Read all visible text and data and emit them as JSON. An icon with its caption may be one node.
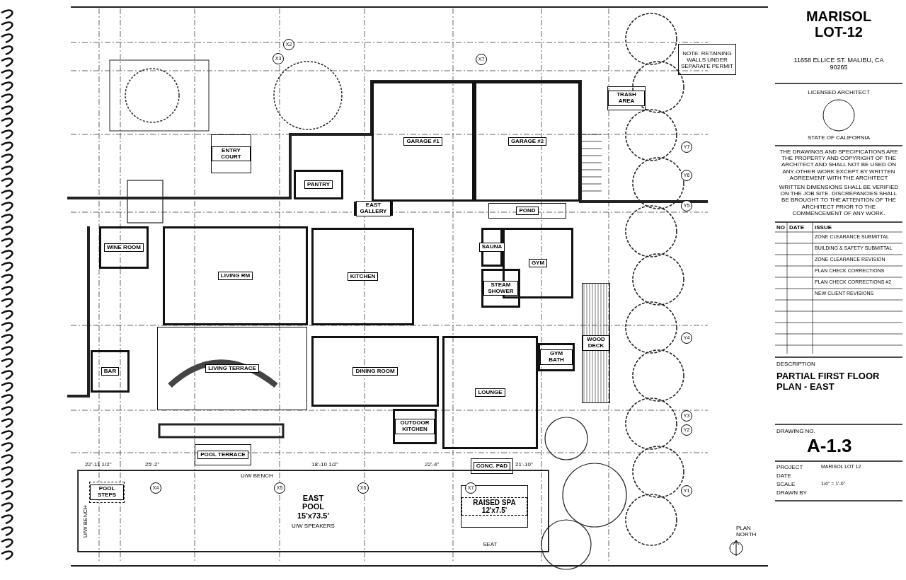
{
  "diagram": {
    "title": "MARISOL LOT-12",
    "nodes": [
      {
        "text": [
          "GARAGE #1"
        ]
      },
      {
        "text": [
          "GARAGE #2"
        ]
      },
      {
        "text": [
          "PANTRY"
        ]
      },
      {
        "text": [
          "ENTRY COURT"
        ]
      },
      {
        "text": [
          "WINE ROOM"
        ]
      },
      {
        "text": [
          "LIVING RM"
        ]
      },
      {
        "text": [
          "LIVING TERRACE"
        ]
      },
      {
        "text": [
          "KITCHEN"
        ]
      },
      {
        "text": [
          "DINING ROOM"
        ]
      },
      {
        "text": [
          "LOUNGE"
        ]
      },
      {
        "text": [
          "GYM"
        ]
      },
      {
        "text": [
          "GYM BATH"
        ]
      },
      {
        "text": [
          "STEAM SHOWER"
        ]
      },
      {
        "text": [
          "SAUNA"
        ]
      },
      {
        "text": [
          "OUTDOOR KITCHEN"
        ]
      },
      {
        "text": [
          "BAR"
        ]
      },
      {
        "text": [
          "POOL TERRACE"
        ]
      },
      {
        "text": [
          "EAST POOL 15'x73.5'",
          "U/W SPEAKERS"
        ]
      },
      {
        "text": [
          "RAISED SPA 12'x7.5'"
        ],
        "in": 17
      },
      {
        "text": [
          "POOL STEPS"
        ],
        "in": 17
      },
      {
        "text": [
          "CONC. PAD"
        ]
      },
      {
        "text": [
          "EAST GALLERY"
        ]
      },
      {
        "text": [
          "TRASH AREA"
        ]
      },
      {
        "text": [
          "WOOD DECK"
        ]
      },
      {
        "text": [
          "POND"
        ]
      },
      {
        "text": [
          "NOTE: RETAINING WALLS UNDER SEPARATE PERMIT"
        ]
      }
    ],
    "labels": [
      "X2",
      "X3",
      "X7",
      "Y7",
      "Y6",
      "Y5",
      "Y4",
      "Y3",
      "Y2",
      "Y1",
      "22'-11 1/2\"",
      "25'-2\"",
      "18'-10 1/2\"",
      "22'-4\"",
      "21'-10\"",
      "X4",
      "X5",
      "X6",
      "X7",
      "U/W BENCH",
      "U/W BENCH",
      "SEAT",
      "PLAN NORTH",
      "11658 ELLICE ST. MALIBU, CA 90265",
      "LICENSED ARCHITECT",
      "STATE OF CALIFORNIA",
      "THE DRAWINGS AND SPECIFICATIONS ARE THE PROPERTY AND COPYRIGHT OF THE ARCHITECT AND SHALL NOT BE USED ON ANY OTHER WORK EXCEPT BY WRITTEN AGREEMENT WITH THE ARCHITECT",
      "WRITTEN DIMENSIONS SHALL BE VERIFIED ON THE JOB SITE. DISCREPANCIES SHALL BE BROUGHT TO THE ATTENTION OF THE ARCHITECT PRIOR TO THE COMMENCEMENT OF ANY WORK.",
      "NO",
      "DATE",
      "ISSUE",
      "ZONE CLEARANCE SUBMITTAL",
      "BUILDING & SAFETY SUBMITTAL",
      "ZONE CLEARANCE REVISION",
      "PLAN CHECK CORRECTIONS",
      "PLAN CHECK CORRECTIONS #2",
      "NEW CLIENT REVISIONS",
      "DESCRIPTION",
      "PARTIAL FIRST FLOOR PLAN - EAST",
      "DRAWING NO.",
      "A-1.3",
      "PROJECT",
      "MARISOL LOT 12",
      "DATE",
      "SCALE",
      "1/4\" = 1'-0\"",
      "DRAWN BY"
    ]
  }
}
